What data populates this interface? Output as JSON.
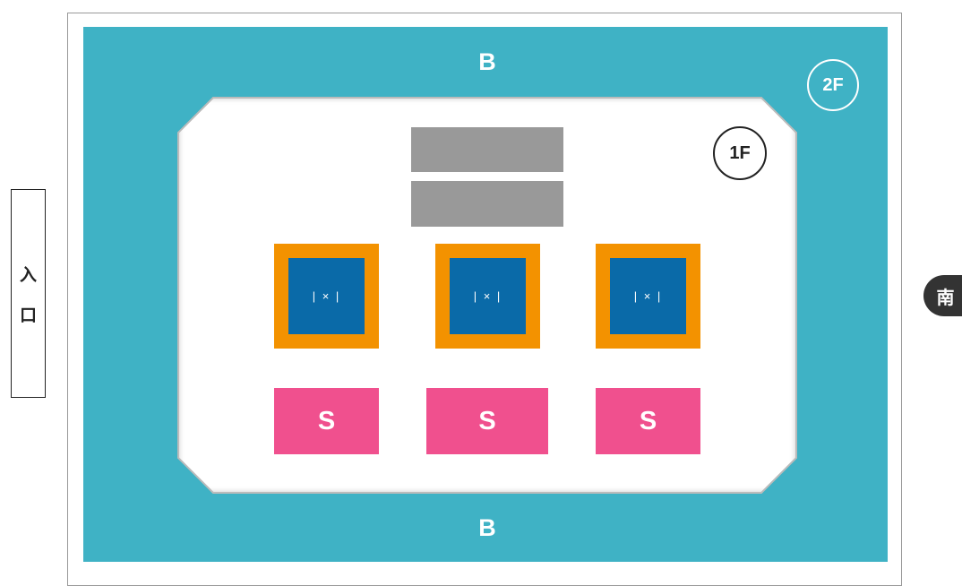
{
  "floor2": {
    "badge": "2F",
    "zone_top": "B",
    "zone_bottom": "B",
    "color": "#3fb2c5"
  },
  "floor1": {
    "badge": "1F",
    "booths": [
      {
        "label": "| × |"
      },
      {
        "label": "| × |"
      },
      {
        "label": "| × |"
      }
    ],
    "s_blocks": [
      {
        "label": "S"
      },
      {
        "label": "S"
      },
      {
        "label": "S"
      }
    ],
    "booth_border_color": "#f39200",
    "booth_fill_color": "#0a6aa8",
    "s_color": "#f0508e",
    "gray_color": "#999999"
  },
  "entrance": {
    "chars": [
      "入",
      "口"
    ]
  },
  "direction": {
    "label": "南"
  }
}
